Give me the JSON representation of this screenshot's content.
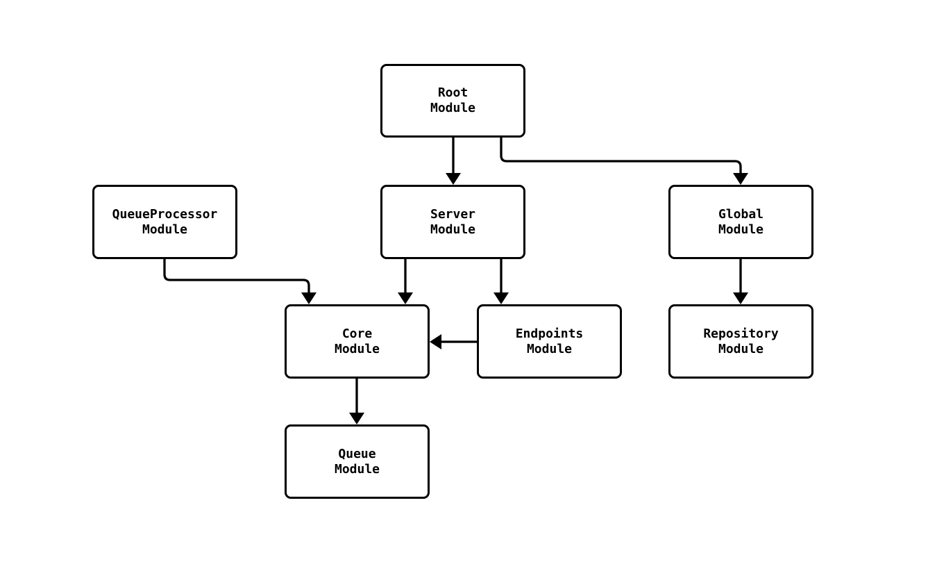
{
  "diagram": {
    "type": "flowchart",
    "background_color": "#ffffff",
    "node_border_color": "#000000",
    "node_fill_color": "#ffffff",
    "text_color": "#000000",
    "nodes": [
      {
        "id": "root",
        "label": "Root\nModule"
      },
      {
        "id": "queueprocessor",
        "label": "QueueProcessor\nModule"
      },
      {
        "id": "server",
        "label": "Server\nModule"
      },
      {
        "id": "global",
        "label": "Global\nModule"
      },
      {
        "id": "core",
        "label": "Core\nModule"
      },
      {
        "id": "endpoints",
        "label": "Endpoints\nModule"
      },
      {
        "id": "repository",
        "label": "Repository\nModule"
      },
      {
        "id": "queue",
        "label": "Queue\nModule"
      }
    ],
    "edges": [
      {
        "from": "root",
        "to": "server"
      },
      {
        "from": "root",
        "to": "global"
      },
      {
        "from": "queueprocessor",
        "to": "core"
      },
      {
        "from": "server",
        "to": "core"
      },
      {
        "from": "server",
        "to": "endpoints"
      },
      {
        "from": "endpoints",
        "to": "core"
      },
      {
        "from": "global",
        "to": "repository"
      },
      {
        "from": "core",
        "to": "queue"
      }
    ]
  }
}
